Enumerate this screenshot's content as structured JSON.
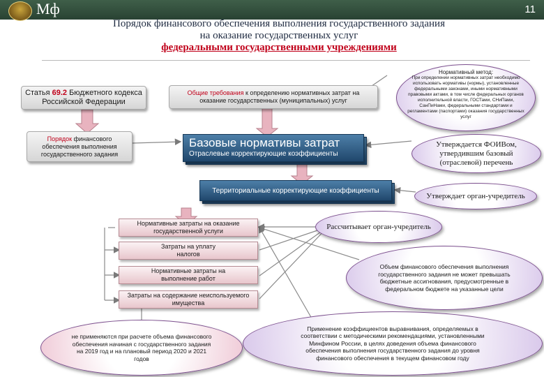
{
  "header": {
    "logo_text": "Мф",
    "slide_number": "11",
    "title_line1": "Порядок финансового обеспечения выполнения государственного задания",
    "title_line2": "на оказание государственных услуг",
    "title_line3": "федеральными государственными учреждениями"
  },
  "boxes": {
    "article_prefix": "Статья ",
    "article_number": "69.2",
    "article_rest": " Бюджетного кодекса Российской Федерации",
    "general_req_red": "Общие требования",
    "general_req_rest": " к определению нормативных затрат на оказание государственных (муниципальных) услуг",
    "order_red": "Порядок",
    "order_rest": " финансового обеспечения выполнения государственного задания",
    "base_norms_title": "Базовые нормативы затрат",
    "base_norms_sub": "Отраслевые корректирующие коэффициенты",
    "territorial": "Территориальные корректирующие коэффициенты",
    "norm_costs_services": "Нормативные затраты на оказание государственной услуги",
    "tax_costs": "Затраты на уплату налогов",
    "norm_costs_works": "Нормативные затраты на выполнение работ",
    "property_costs": "Затраты на содержание неиспользуемого имущества"
  },
  "ovals": {
    "method_title": "Нормативный метод:",
    "method_text": "При определении нормативных затрат необходимо использовать нормативы (нормы), установленные федеральными законами, иными нормативными правовыми актами, в том числе федеральных органов исполнительной власти, ГОСТами, СНиПами, СанПиНами, федеральными стандартами и регламентами (паспортами) оказания государственных услуг",
    "approved_foiv": "Утверждается ФОИВом, утвердившим базовый (отраслевой) перечень",
    "approved_founder": "Утверждает орган-учредитель",
    "calculated_by": "Рассчитывает орган-учредитель",
    "volume_limit": "Объем финансового обеспечения выполнения государственного задания не может превышать бюджетные ассигнования, предусмотренные в федеральном бюджете на указанные цели",
    "not_applied": "не применяются при расчете объема финансового обеспечения начиная с государственного задания на 2019 год и на плановый период 2020 и 2021 годов",
    "equalization": "Применение коэффициентов выравнивания, определяемых в соответствии с методическими рекомендациями, установленными Минфином России, в целях доведения объема финансового обеспечения выполнения государственного задания до уровня финансового обеспечения в текущем финансовом году"
  },
  "colors": {
    "accent_red": "#c0001a",
    "header_green": "#294233",
    "box_blue": "#20476c",
    "arrow_pink": "#e8b3bf"
  }
}
